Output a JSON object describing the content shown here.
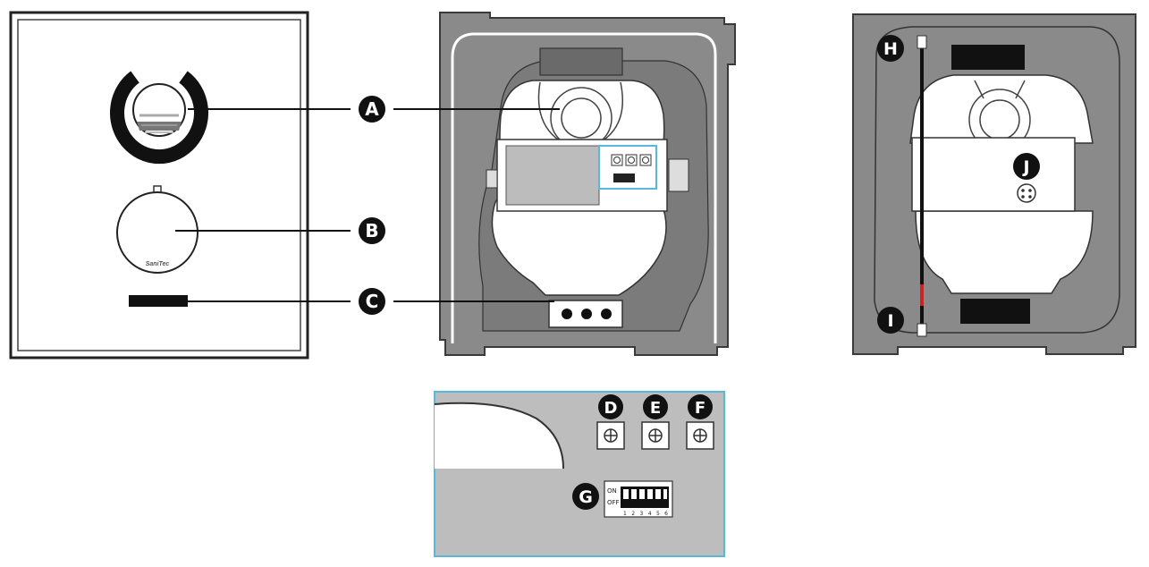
{
  "callouts": {
    "a": "A",
    "b": "B",
    "c": "C",
    "d": "D",
    "e": "E",
    "f": "F",
    "g": "G",
    "h": "H",
    "i": "I",
    "j": "J"
  },
  "front_panel": {
    "logo_text": "SaniTec"
  },
  "dip_switch": {
    "on_label": "ON",
    "off_label": "OFF",
    "positions": "1 2 3 4 5 6"
  },
  "colors": {
    "housing_gray": "#8c8c8c",
    "housing_dark": "#555555",
    "board_gray": "#bdbdbd",
    "highlight_blue": "#57b8d9",
    "callout_black": "#111111",
    "wire_red": "#cc2222"
  }
}
